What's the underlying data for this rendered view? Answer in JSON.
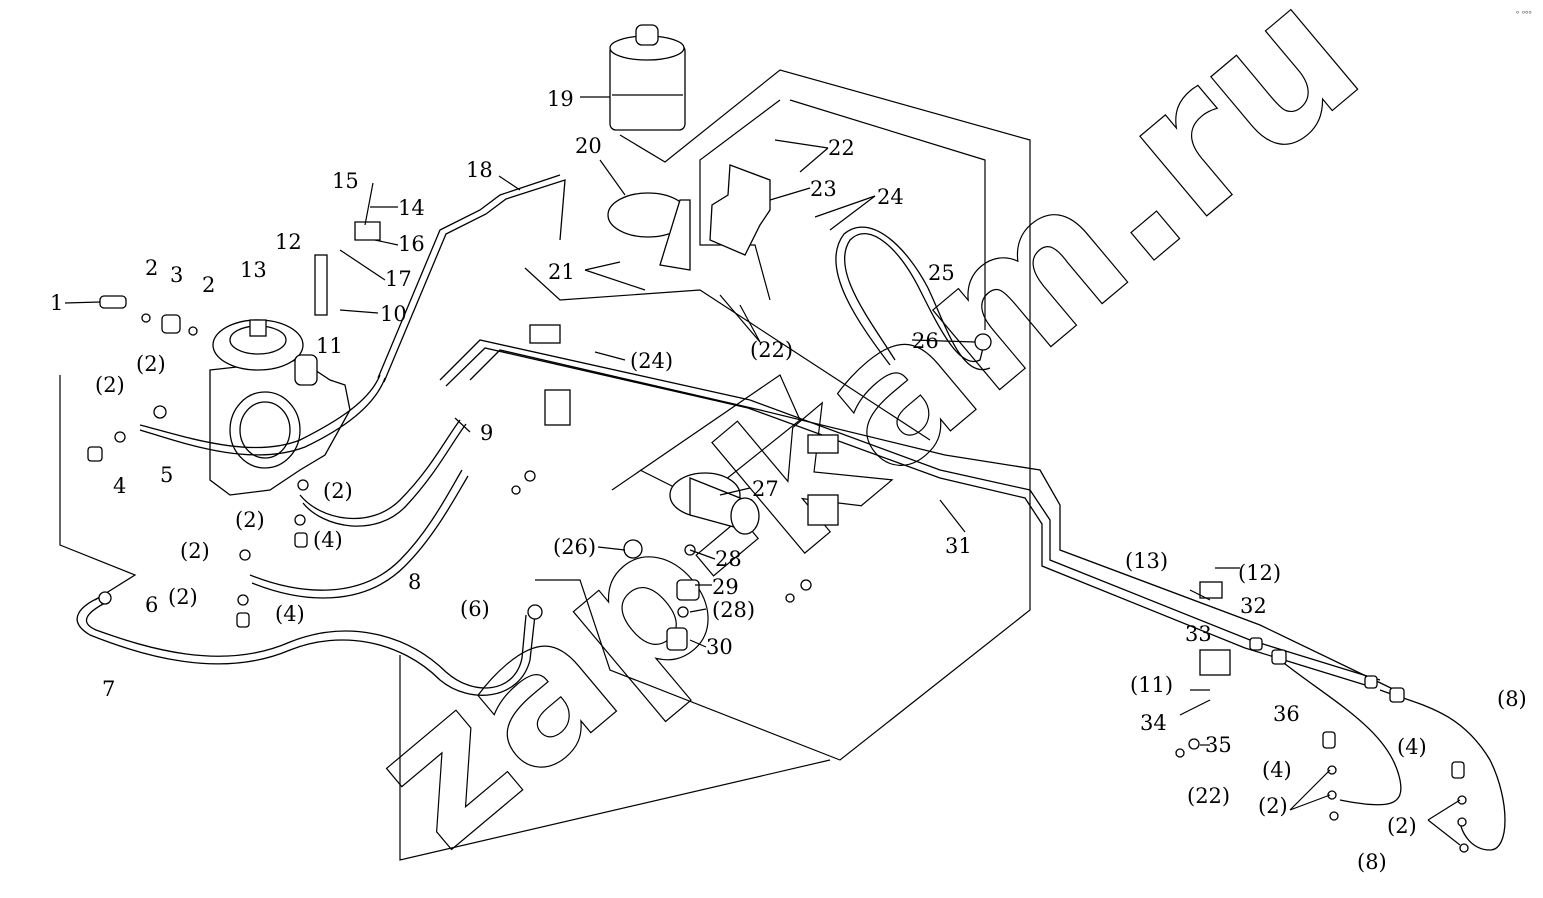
{
  "watermark": "zap-kam.ru",
  "corner_mark": "ᵒ ᵒᵒᵒ",
  "labels": {
    "l1": "1",
    "l2a": "2",
    "l3": "3",
    "l2b": "2",
    "l2p_a": "(2)",
    "l2p_b": "(2)",
    "l4": "4",
    "l5": "5",
    "l6": "6",
    "l7": "7",
    "l8": "8",
    "l9": "9",
    "l10": "10",
    "l11": "11",
    "l12": "12",
    "l13": "13",
    "l14": "14",
    "l15": "15",
    "l16": "16",
    "l17": "17",
    "l18": "18",
    "l19": "19",
    "l20": "20",
    "l21": "21",
    "l22": "22",
    "l23": "23",
    "l24": "24",
    "l25": "25",
    "l26": "26",
    "l27": "27",
    "l28": "28",
    "l29": "29",
    "l30": "30",
    "l31": "31",
    "l32": "32",
    "l33": "33",
    "l34": "34",
    "l35": "35",
    "l36": "36",
    "p22": "(22)",
    "p24": "(24)",
    "p2c": "(2)",
    "p2d": "(2)",
    "p4a": "(4)",
    "p2e": "(2)",
    "p2f": "(2)",
    "p4b": "(4)",
    "p26": "(26)",
    "p28a": "28",
    "p28b": "(28)",
    "p6": "(6)",
    "p13": "(13)",
    "p12": "(12)",
    "p11": "(11)",
    "p22b": "(22)",
    "p4c": "(4)",
    "p2g": "(2)",
    "p8a": "(8)",
    "p4d": "(4)",
    "p2h": "(2)",
    "p8b": "(8)"
  }
}
